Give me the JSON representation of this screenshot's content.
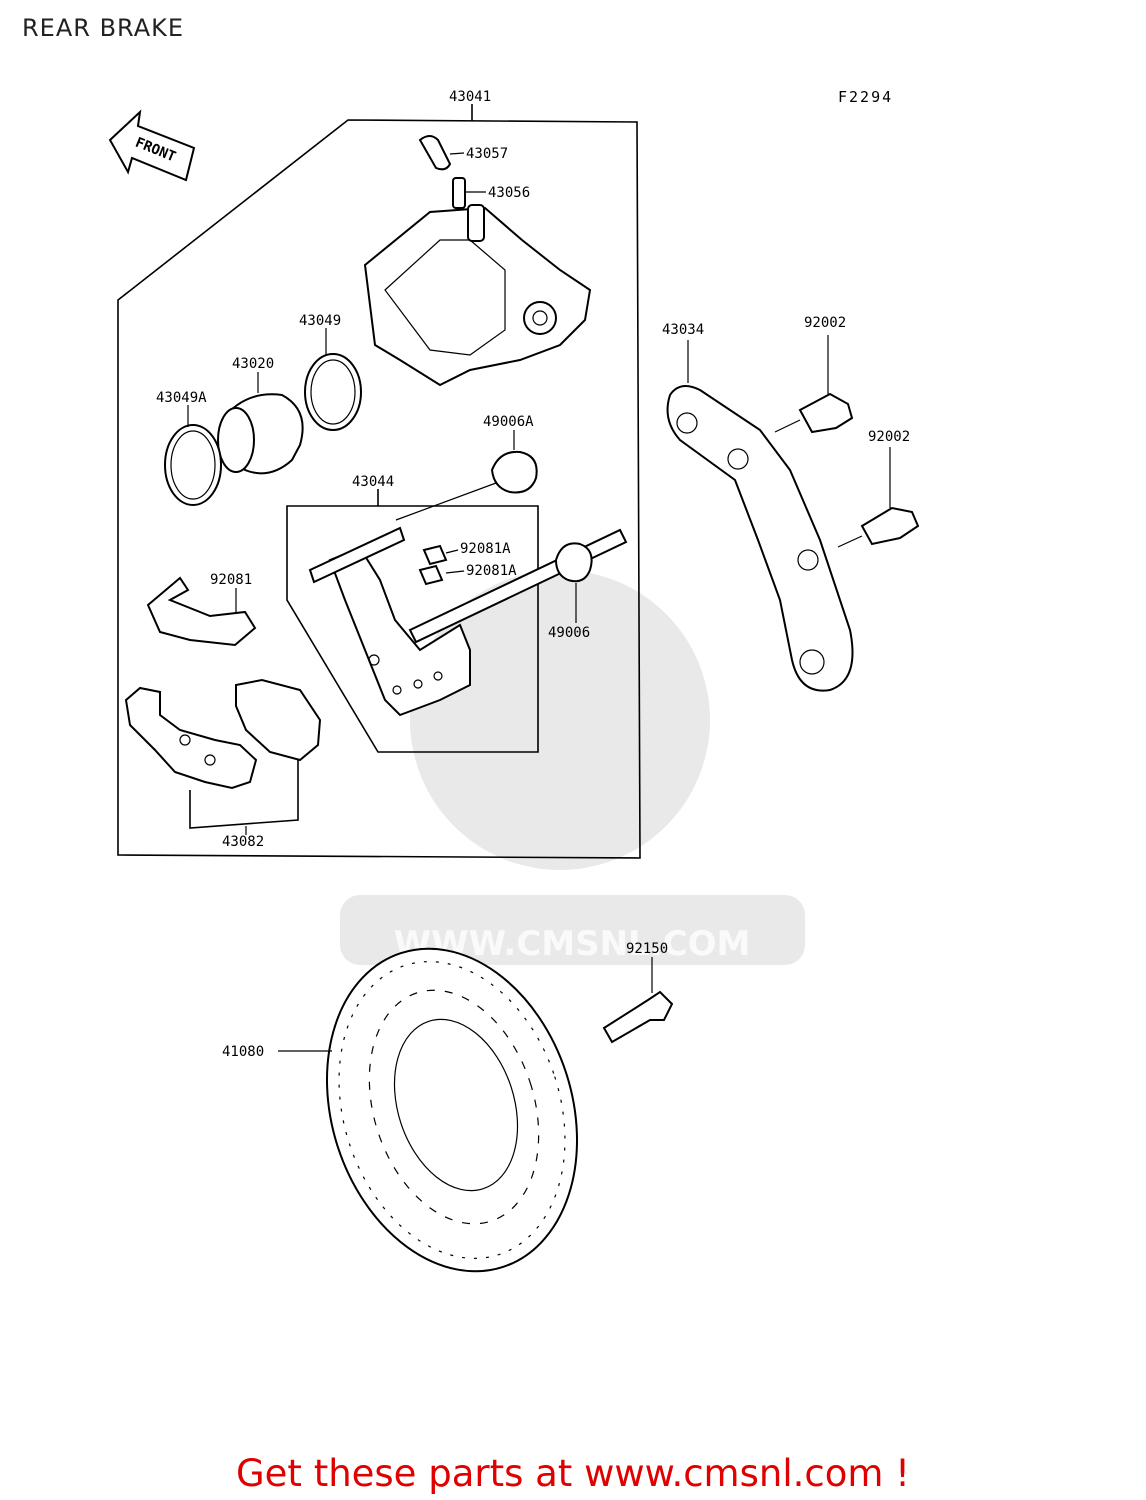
{
  "header": {
    "title": "REAR BRAKE",
    "figure_code": "F2294"
  },
  "direction_arrow": {
    "label": "FRONT"
  },
  "part_labels": {
    "p43041": "43041",
    "p43057": "43057",
    "p43056": "43056",
    "p43049": "43049",
    "p43020": "43020",
    "p43049A": "43049A",
    "p49006A": "49006A",
    "p43044": "43044",
    "p92081A_1": "92081A",
    "p92081A_2": "92081A",
    "p92081": "92081",
    "p49006": "49006",
    "p43082": "43082",
    "p43034": "43034",
    "p92002_1": "92002",
    "p92002_2": "92002",
    "p92150": "92150",
    "p41080": "41080"
  },
  "watermark": {
    "text": "WWW.CMSNL.COM"
  },
  "footer": {
    "promo": "Get these parts at www.cmsnl.com !"
  }
}
